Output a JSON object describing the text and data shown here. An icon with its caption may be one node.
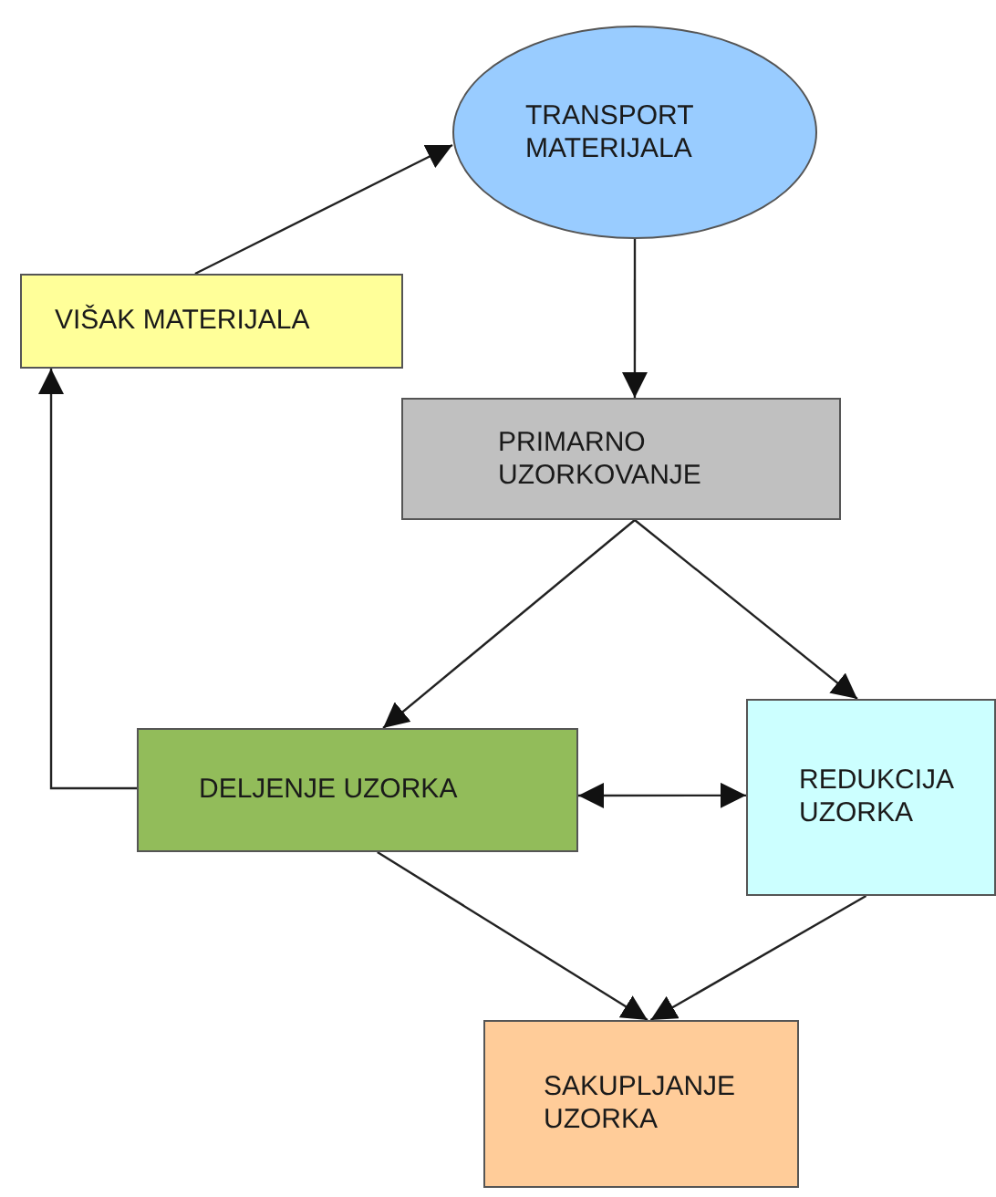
{
  "diagram": {
    "nodes": [
      {
        "text": [
          "TRANSPORT MATERIJALA"
        ]
      },
      {
        "text": [
          "VIŠAK MATERIJALA"
        ]
      },
      {
        "text": [
          "PRIMARNO UZORKOVANJE"
        ]
      },
      {
        "text": [
          "DELJENJE UZORKA"
        ]
      },
      {
        "text": [
          "REDUKCIJA UZORKA"
        ]
      },
      {
        "text": [
          "SAKUPLJANJE UZORKA"
        ]
      }
    ],
    "edges": [
      {
        "from": 1,
        "to": 0,
        "arrow": "to"
      },
      {
        "from": 0,
        "to": 2,
        "arrow": "to"
      },
      {
        "from": 2,
        "to": 3,
        "arrow": "to"
      },
      {
        "from": 2,
        "to": 4,
        "arrow": "to"
      },
      {
        "from": 3,
        "to": 4,
        "arrow": "both"
      },
      {
        "from": 3,
        "to": 1,
        "arrow": "to"
      },
      {
        "from": 3,
        "to": 5,
        "arrow": "to"
      },
      {
        "from": 4,
        "to": 5,
        "arrow": "to"
      }
    ]
  }
}
